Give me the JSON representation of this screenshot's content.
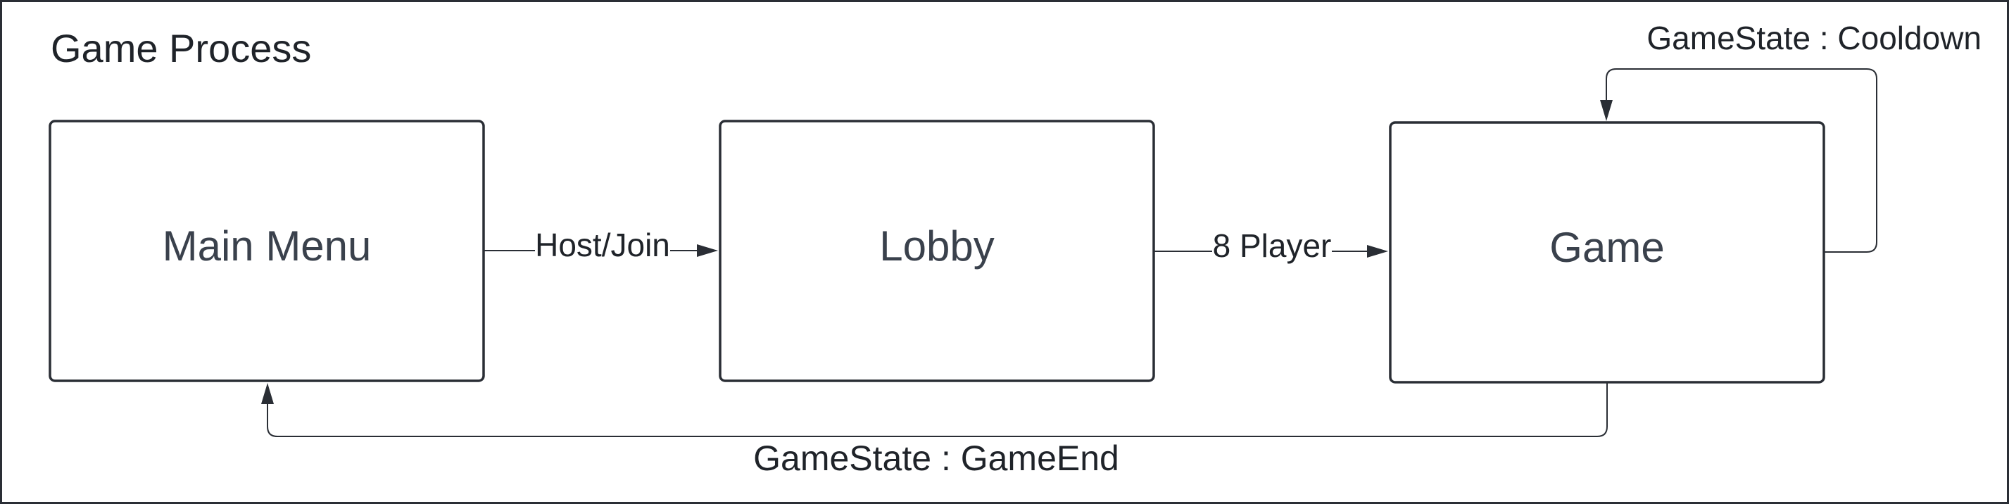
{
  "diagram": {
    "title": "Game Process",
    "nodes": {
      "main_menu": "Main Menu",
      "lobby": "Lobby",
      "game": "Game"
    },
    "edges": {
      "menu_to_lobby": "Host/Join",
      "lobby_to_game": "8 Player",
      "game_self_loop": "GameState : Cooldown",
      "game_to_menu": "GameState : GameEnd"
    }
  },
  "colors": {
    "stroke": "#2a2e35",
    "background": "#ffffff",
    "text": "#1f2329"
  }
}
